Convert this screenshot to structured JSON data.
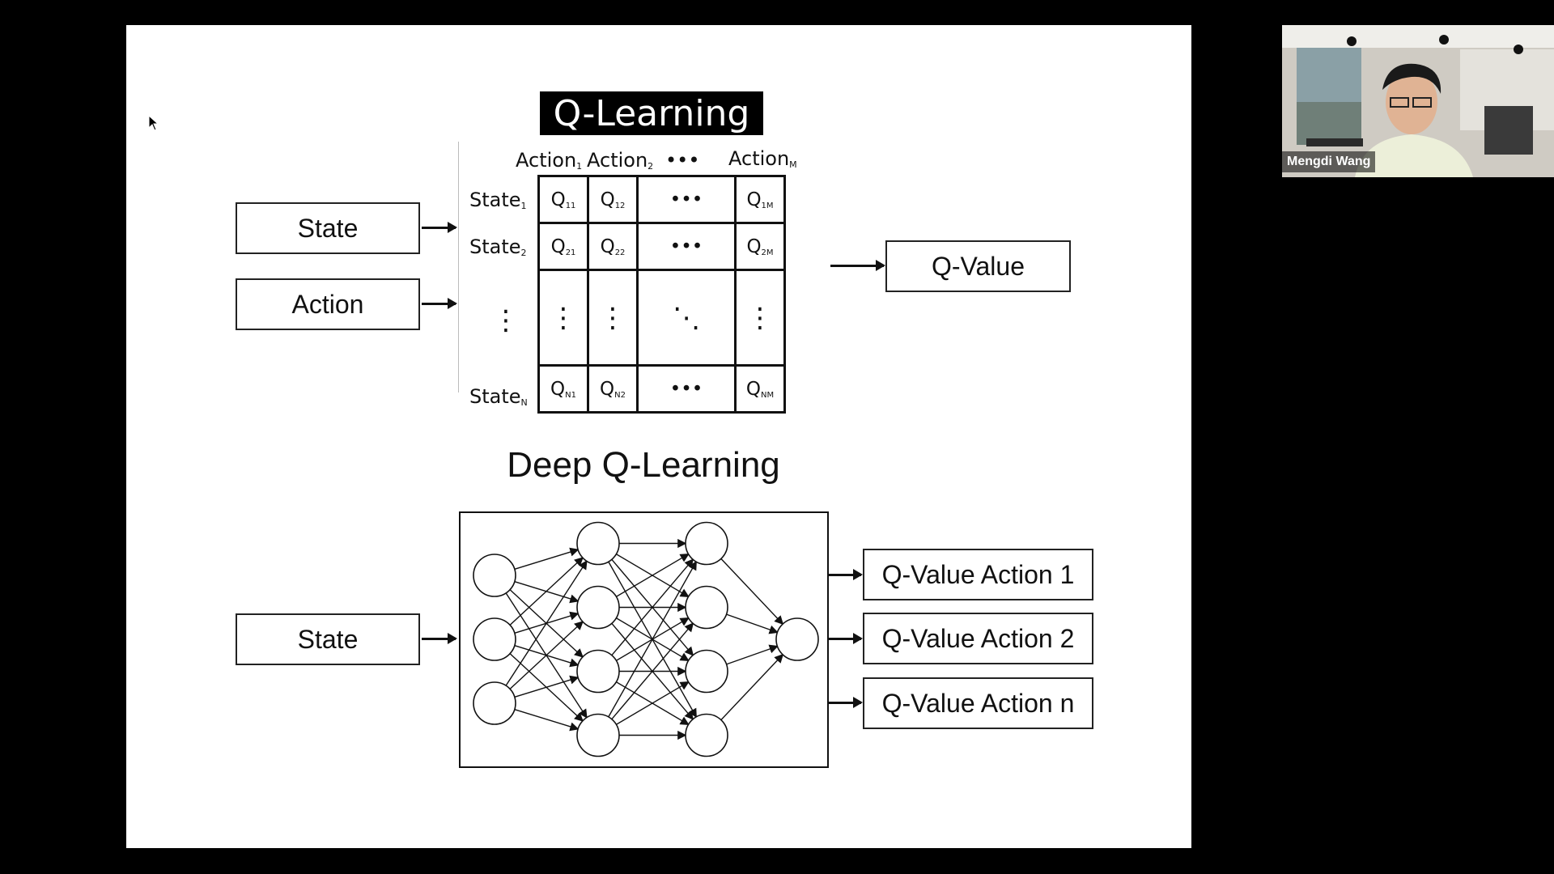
{
  "slide": {
    "q_learning": {
      "title": "Q-Learning",
      "input_boxes": [
        "State",
        "Action"
      ],
      "output_box": "Q-Value",
      "table": {
        "column_headers": [
          {
            "text": "Action",
            "sub": "1"
          },
          {
            "text": "Action",
            "sub": "2"
          },
          {
            "text": "•••",
            "sub": ""
          },
          {
            "text": "Action",
            "sub": "M"
          }
        ],
        "row_headers": [
          {
            "text": "State",
            "sub": "1"
          },
          {
            "text": "State",
            "sub": "2"
          },
          {
            "text": "⋮",
            "sub": ""
          },
          {
            "text": "State",
            "sub": "N"
          }
        ],
        "rows": [
          [
            {
              "text": "Q",
              "sub": "11"
            },
            {
              "text": "Q",
              "sub": "12"
            },
            {
              "text": "•••",
              "sub": ""
            },
            {
              "text": "Q",
              "sub": "1M"
            }
          ],
          [
            {
              "text": "Q",
              "sub": "21"
            },
            {
              "text": "Q",
              "sub": "22"
            },
            {
              "text": "•••",
              "sub": ""
            },
            {
              "text": "Q",
              "sub": "2M"
            }
          ],
          [
            {
              "text": "⋮",
              "sub": ""
            },
            {
              "text": "⋮",
              "sub": ""
            },
            {
              "text": "⋱",
              "sub": ""
            },
            {
              "text": "⋮",
              "sub": ""
            }
          ],
          [
            {
              "text": "Q",
              "sub": "N1"
            },
            {
              "text": "Q",
              "sub": "N2"
            },
            {
              "text": "•••",
              "sub": ""
            },
            {
              "text": "Q",
              "sub": "NM"
            }
          ]
        ]
      }
    },
    "deep_q_learning": {
      "title": "Deep Q-Learning",
      "input_box": "State",
      "outputs": [
        "Q-Value Action 1",
        "Q-Value Action 2",
        "Q-Value Action n"
      ],
      "network_layers": [
        3,
        4,
        4,
        1
      ]
    }
  },
  "webcam": {
    "participant_name": "Mengdi Wang"
  }
}
